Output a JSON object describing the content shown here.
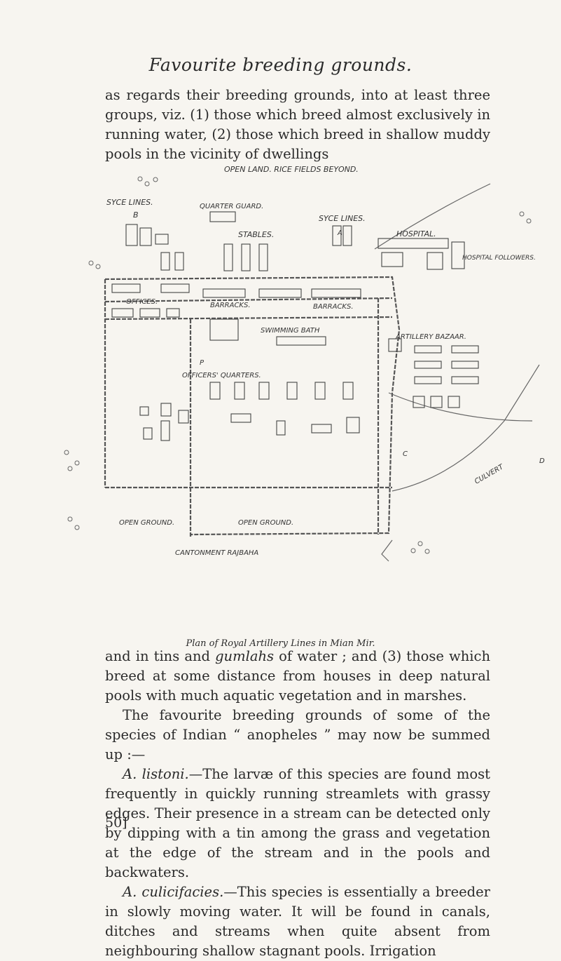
{
  "running_head": "Favourite breeding grounds.",
  "paragraphs_top": [
    "as regards their breeding grounds, into at least three groups, viz. (1) those which breed almost exclusively in running water, (2) those which breed in shallow muddy pools in the vicinity of dwellings"
  ],
  "map": {
    "labels": {
      "open_land": "OPEN LAND. RICE FIELDS BEYOND.",
      "syce_lines_left": "SYCE LINES.",
      "b": "B",
      "quarter_guard": "QUARTER GUARD.",
      "syce_lines_right": "SYCE LINES.",
      "a": "A",
      "stables": "STABLES.",
      "hospital": "HOSPITAL.",
      "hospital_followers": "HOSPITAL FOLLOWERS.",
      "offices": "OFFICES.",
      "barracks_left": "BARRACKS.",
      "barracks_right": "BARRACKS.",
      "swimming_bath": "SWIMMING BATH",
      "artillery_bazaar": "ARTILLERY BAZAAR.",
      "officers_quarters": "OFFICERS' QUARTERS.",
      "open_ground_left": "OPEN GROUND.",
      "open_ground_right": "OPEN GROUND.",
      "cantonment_road": "CANTONMENT RAJBAHA",
      "culvert": "CULVERT",
      "d": "D",
      "c": "C",
      "p": "P"
    }
  },
  "caption": "Plan of Royal Artillery Lines in Mian Mir.",
  "paragraphs_bottom": [
    {
      "pre": "and in tins and ",
      "em": "gumlahs",
      "post": " of water ; and (3) those which breed at some distance from houses in deep natural pools with much aquatic vegetation and in marshes."
    },
    {
      "pre": "The favourite breeding grounds of some of the species of Indian “ anopheles ” may now be summed up :—",
      "em": "",
      "post": ""
    },
    {
      "pre": "",
      "em": "A. listoni.",
      "post": "—The larvæ of this species are found most frequently in quickly running streamlets with grassy edges. Their presence in a stream can be detected only by dipping with a tin among the grass and vegetation at the edge of the stream and in the pools and backwaters."
    },
    {
      "pre": "",
      "em": "A. culicifacies.",
      "post": "—This species is essentially a breeder in slowly moving water. It will be found in canals, ditches and streams when quite absent from neighbouring shallow stagnant pools. Irrigation"
    }
  ],
  "folio": "50]"
}
